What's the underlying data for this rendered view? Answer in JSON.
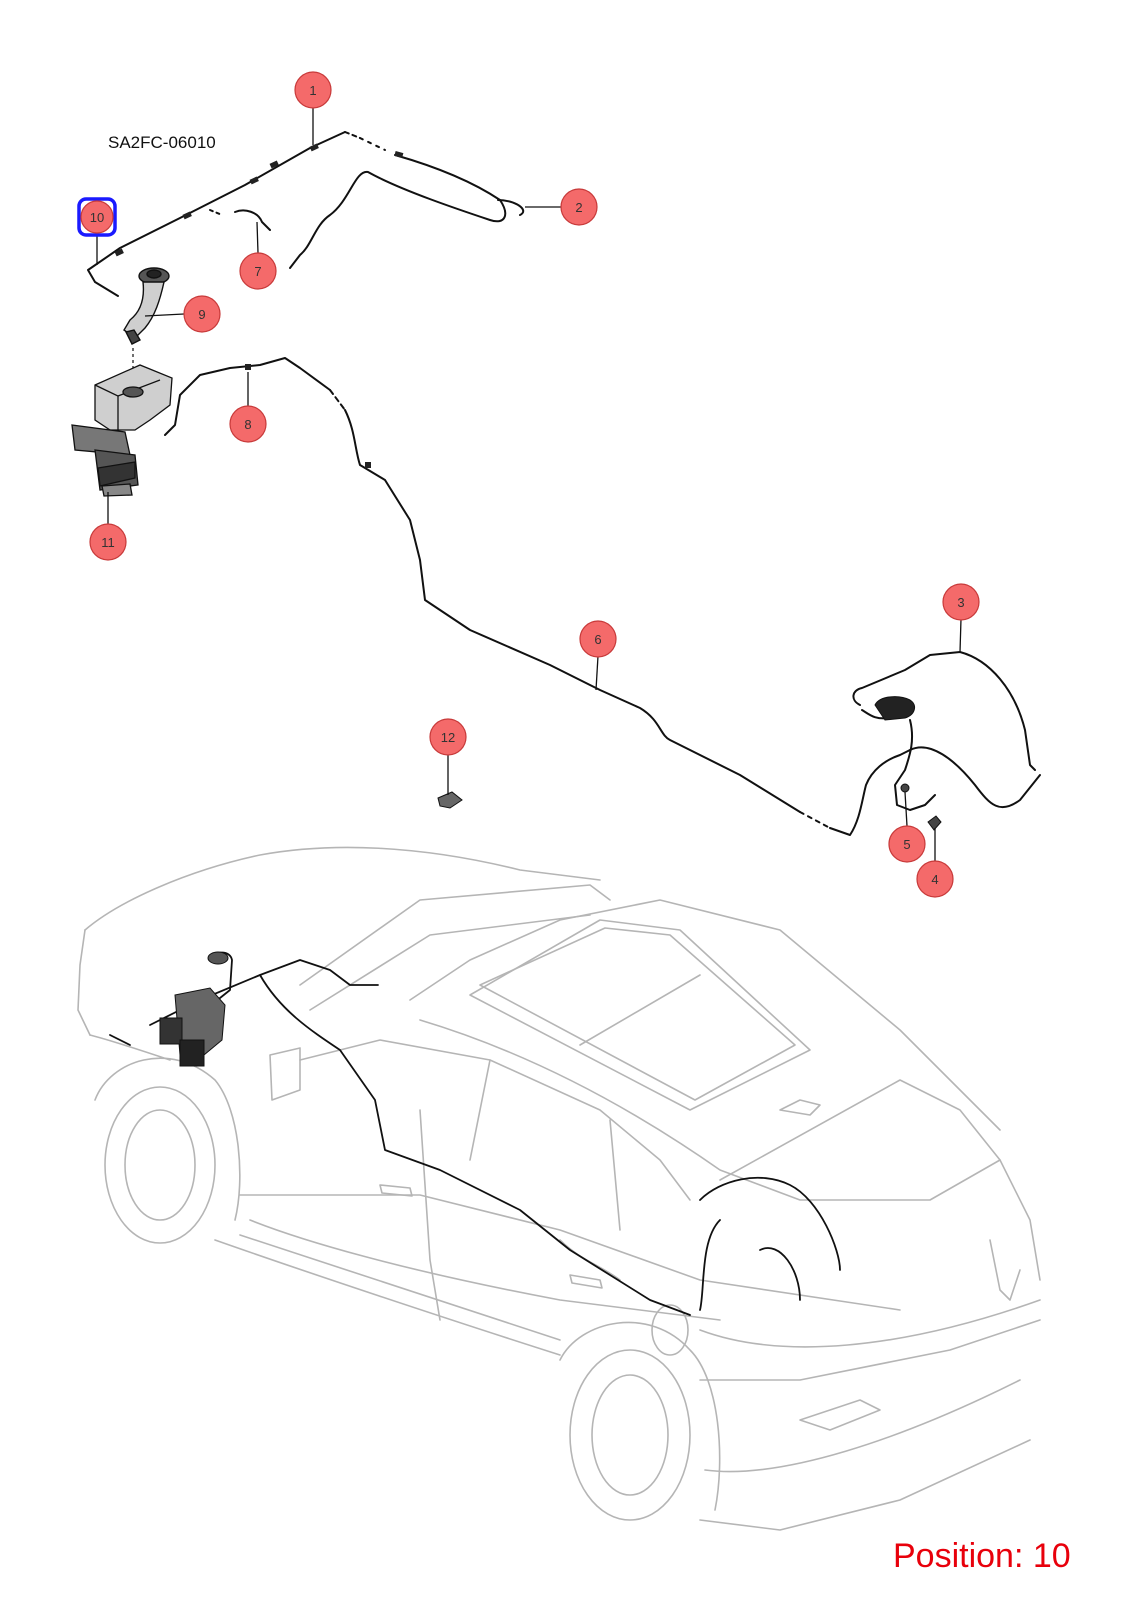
{
  "diagram": {
    "drawing_code": "SA2FC-06010",
    "position_label": "Position: 10",
    "selected_callout": "10",
    "callouts": [
      {
        "label": "1"
      },
      {
        "label": "2"
      },
      {
        "label": "3"
      },
      {
        "label": "4"
      },
      {
        "label": "5"
      },
      {
        "label": "6"
      },
      {
        "label": "7"
      },
      {
        "label": "8"
      },
      {
        "label": "9"
      },
      {
        "label": "10"
      },
      {
        "label": "11"
      },
      {
        "label": "12"
      }
    ],
    "colors": {
      "callout_fill": "#f46a6a",
      "callout_stroke": "#c83a3a",
      "highlight": "#1a1aff",
      "hose": "#111111",
      "car_outline": "#b5b5b5",
      "position_text": "#e8000b"
    }
  }
}
